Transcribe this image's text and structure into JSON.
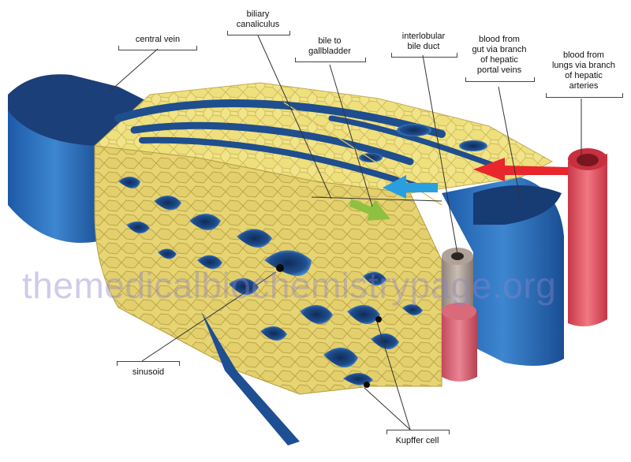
{
  "labels": {
    "central_vein": "central vein",
    "biliary_canaliculus": "biliary\ncanaliculus",
    "bile_to_gallbladder": "bile to\ngallbladder",
    "interlobular_bile_duct": "interlobular\nbile duct",
    "portal_blood": "blood from\ngut via branch\nof hepatic\nportal veins",
    "arterial_blood": "blood from\nlungs via branch\nof hepatic\narteries",
    "sinusoid": "sinusoid",
    "kupffer_cell": "Kupffer cell"
  },
  "watermark": "themedicalbiochemistrypage.org",
  "colors": {
    "vein_blue": "#2f6fb8",
    "vein_dark": "#1b3f75",
    "tissue_yellow": "#efe07a",
    "cell_edge": "#c9b452",
    "artery_red": "#e2555f",
    "arrow_red": "#e8262c",
    "arrow_blue": "#2a9fe0",
    "arrow_green": "#8ec13f",
    "duct_grey": "#a89a90"
  }
}
